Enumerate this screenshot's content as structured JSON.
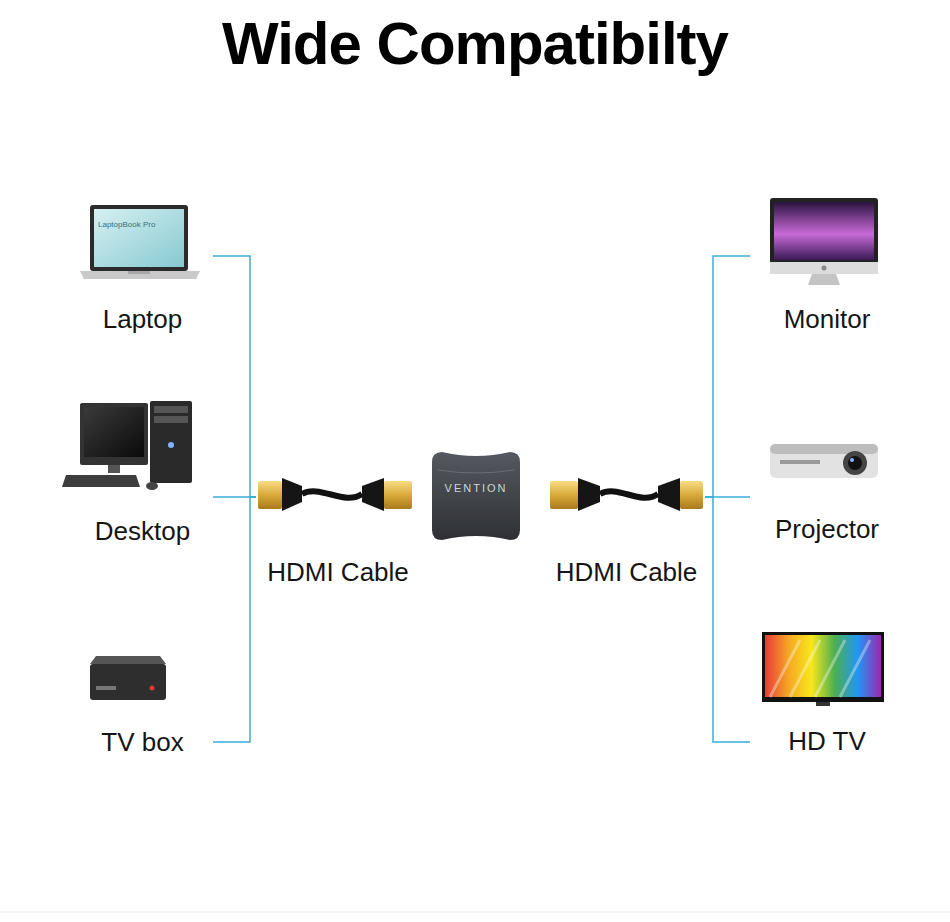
{
  "diagram": {
    "title": "Wide Compatibilty",
    "nodes": [
      {
        "text": [
          "Laptop"
        ]
      },
      {
        "text": [
          "Desktop"
        ]
      },
      {
        "text": [
          "TV box"
        ]
      },
      {
        "text": [
          "HDMI Cable"
        ]
      },
      {
        "text": [
          "HDMI Cable"
        ]
      },
      {
        "text": [
          "Monitor"
        ]
      },
      {
        "text": [
          "Projector"
        ]
      },
      {
        "text": [
          "HD TV"
        ]
      }
    ],
    "edges": [
      {
        "from": 0,
        "to": 3,
        "arrow": "none"
      },
      {
        "from": 1,
        "to": 3,
        "arrow": "none"
      },
      {
        "from": 2,
        "to": 3,
        "arrow": "none"
      },
      {
        "from": 4,
        "to": 5,
        "arrow": "none"
      },
      {
        "from": 4,
        "to": 6,
        "arrow": "none"
      },
      {
        "from": 4,
        "to": 7,
        "arrow": "none"
      }
    ],
    "labels": [
      "LaptopBook Pro",
      "VENTION"
    ]
  }
}
